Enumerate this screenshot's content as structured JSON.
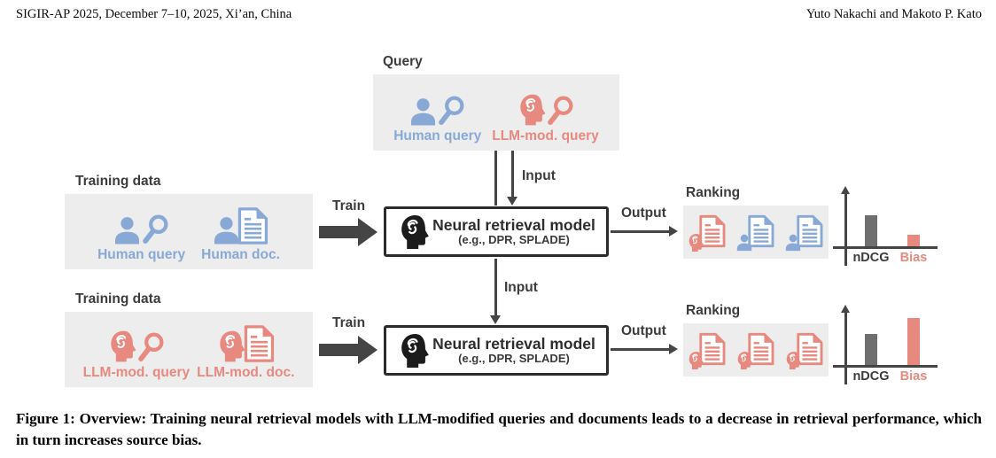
{
  "header": {
    "conference": "SIGIR-AP 2025, December 7–10, 2025, Xi’an, China",
    "authors": "Yuto Nakachi and Makoto P. Kato"
  },
  "colors": {
    "human_blue": "#88a9d6",
    "llm_red": "#e8897f",
    "panel_gray": "#ededed",
    "label_dark": "#3c3c3c",
    "arrow_dark": "#454545",
    "bar_gray": "#6f6f6f"
  },
  "diagram": {
    "query_panel": {
      "label": "Query",
      "items": [
        {
          "label": "Human query",
          "kind": "human-query",
          "color": "#88a9d6"
        },
        {
          "label": "LLM-mod. query",
          "kind": "llm-query",
          "color": "#e8897f"
        }
      ]
    },
    "training_top_panel": {
      "label": "Training data",
      "items": [
        {
          "label": "Human query",
          "kind": "human-query",
          "color": "#88a9d6"
        },
        {
          "label": "Human doc.",
          "kind": "human-doc",
          "color": "#88a9d6"
        }
      ]
    },
    "training_bottom_panel": {
      "label": "Training data",
      "items": [
        {
          "label": "LLM-mod. query",
          "kind": "llm-query",
          "color": "#e8897f"
        },
        {
          "label": "LLM-mod. doc.",
          "kind": "llm-doc",
          "color": "#e8897f"
        }
      ]
    },
    "model_top": {
      "title": "Neural retrieval model",
      "subtitle": "(e.g., DPR, SPLADE)"
    },
    "model_bottom": {
      "title": "Neural retrieval model",
      "subtitle": "(e.g., DPR, SPLADE)"
    },
    "labels": {
      "train_top": "Train",
      "train_bottom": "Train",
      "input_top": "Input",
      "input_mid": "Input",
      "output_top": "Output",
      "output_bottom": "Output"
    },
    "ranking_top": {
      "label": "Ranking",
      "docs": [
        "llm",
        "human",
        "human"
      ]
    },
    "ranking_bottom": {
      "label": "Ranking",
      "docs": [
        "llm",
        "llm",
        "llm"
      ]
    }
  },
  "chart_data": [
    {
      "type": "bar",
      "position": "top-right",
      "categories": [
        "nDCG",
        "Bias"
      ],
      "values": [
        35,
        13
      ],
      "ylim": [
        0,
        60
      ],
      "bar_colors": [
        "#6f6f6f",
        "#e8897f"
      ],
      "label_colors": [
        "#3c3c3c",
        "#e8897f"
      ],
      "axes": "unlabeled y-axis with arrow, no gridlines"
    },
    {
      "type": "bar",
      "position": "bottom-right",
      "categories": [
        "nDCG",
        "Bias"
      ],
      "values": [
        35,
        53
      ],
      "ylim": [
        0,
        60
      ],
      "bar_colors": [
        "#6f6f6f",
        "#e8897f"
      ],
      "label_colors": [
        "#3c3c3c",
        "#e8897f"
      ],
      "axes": "unlabeled y-axis with arrow, no gridlines"
    }
  ],
  "caption": "Figure 1: Overview: Training neural retrieval models with LLM-modified queries and documents leads to a decrease in retrieval performance, which in turn increases source bias."
}
